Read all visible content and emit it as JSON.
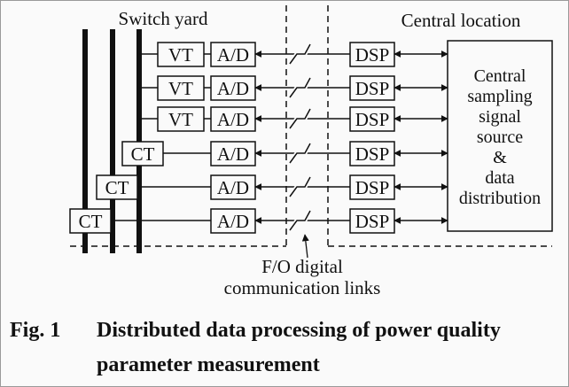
{
  "switch_yard_label": "Switch yard",
  "central_location_label": "Central location",
  "vt_label": "VT",
  "ct_label": "CT",
  "ad_label": "A/D",
  "dsp_label": "DSP",
  "central_box_lines": [
    "Central",
    "sampling",
    "signal",
    "source",
    "&",
    "data",
    "distribution"
  ],
  "fo_label_lines": [
    "F/O digital",
    "communication links"
  ],
  "caption": {
    "number": "Fig. 1",
    "title_line1": "Distributed data processing of power quality",
    "title_line2": "parameter measurement"
  }
}
